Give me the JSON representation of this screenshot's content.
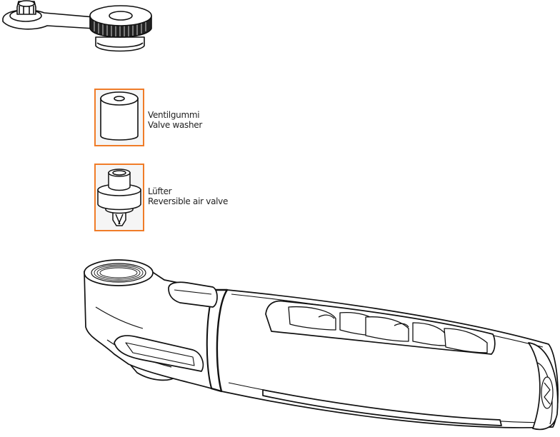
{
  "colors": {
    "stroke": "#111111",
    "frame": "#f07c28",
    "frame_fill": "#f5f5f5",
    "body_fill": "#ffffff"
  },
  "parts": {
    "washer": {
      "line1": "Ventilgummi",
      "line2": "Valve washer"
    },
    "valve": {
      "line1": "Lüfter",
      "line2": "Reversible air valve"
    }
  }
}
